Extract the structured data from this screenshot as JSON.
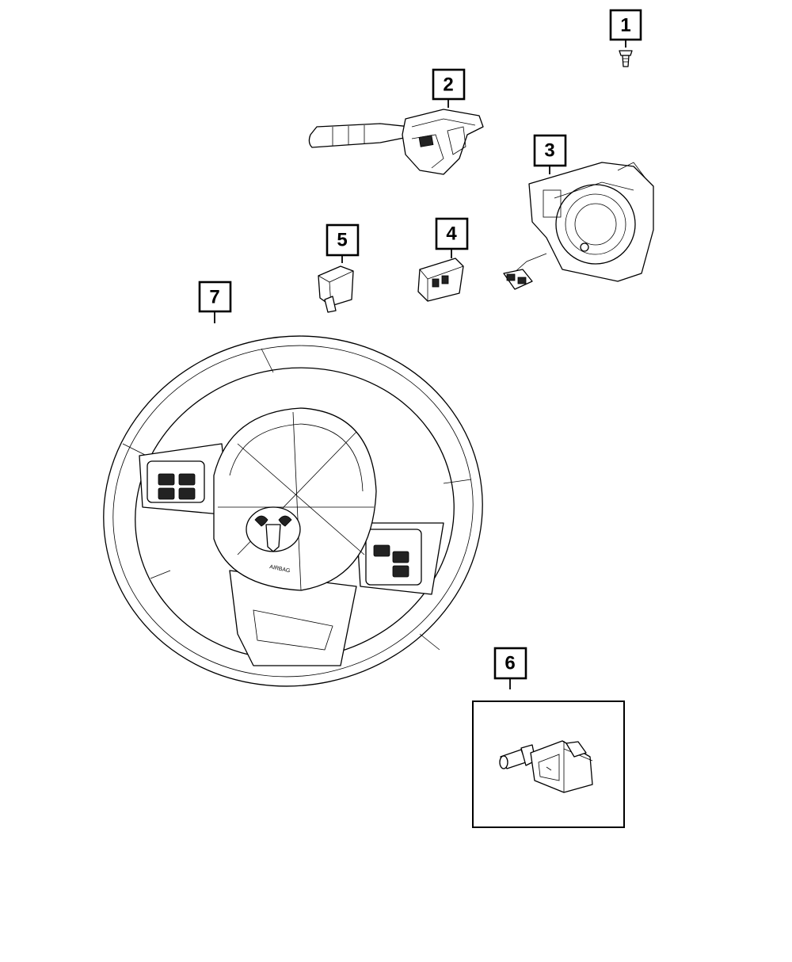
{
  "callouts": [
    {
      "id": "1",
      "label": "1"
    },
    {
      "id": "2",
      "label": "2"
    },
    {
      "id": "3",
      "label": "3"
    },
    {
      "id": "4",
      "label": "4"
    },
    {
      "id": "5",
      "label": "5"
    },
    {
      "id": "6",
      "label": "6"
    },
    {
      "id": "7",
      "label": "7"
    }
  ],
  "airbag_text": "AIRBAG",
  "colors": {
    "line": "#000000",
    "background": "#ffffff"
  }
}
